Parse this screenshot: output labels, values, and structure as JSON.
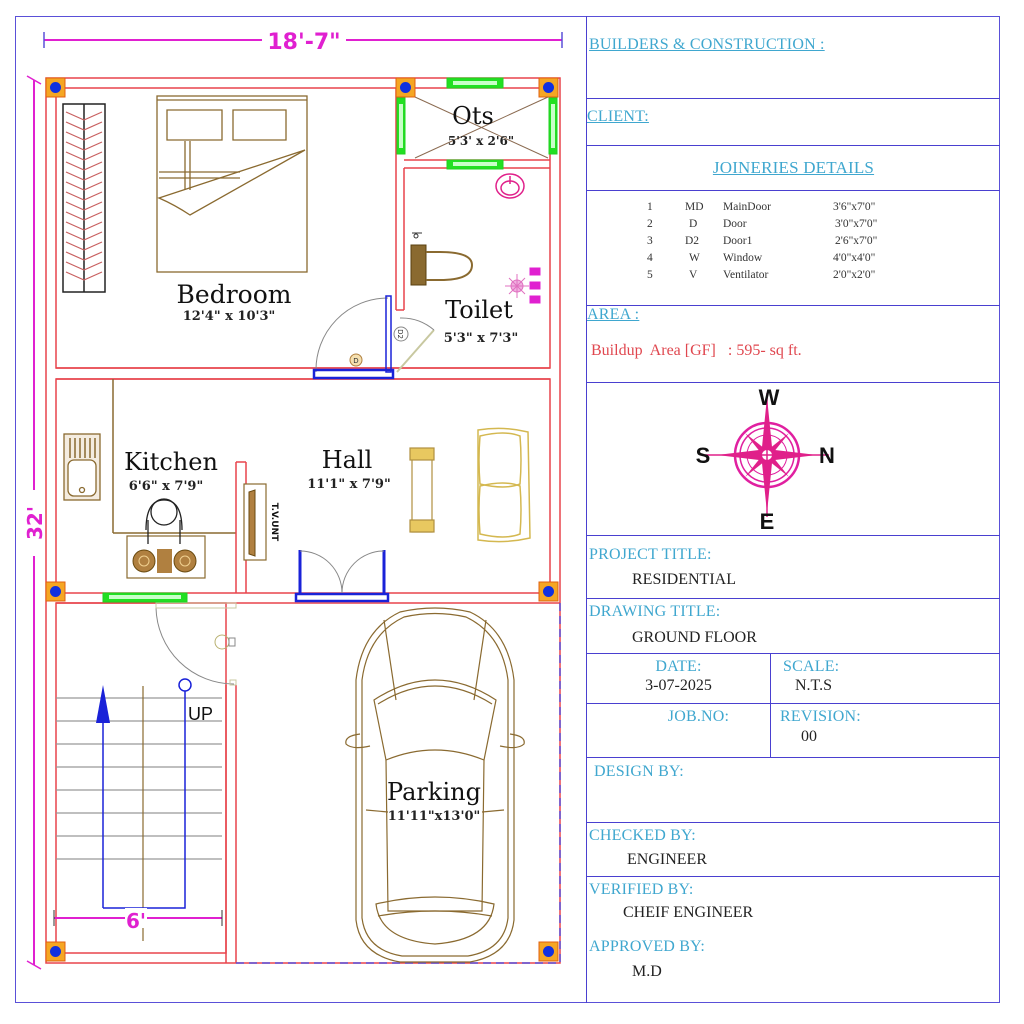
{
  "plan": {
    "dimensions": {
      "width": "18'-7\"",
      "height": "32'",
      "stair_width": "6'"
    },
    "rooms": [
      {
        "id": "bedroom",
        "name": "Bedroom",
        "size": "12'4\" x 10'3\""
      },
      {
        "id": "ots",
        "name": "Ots",
        "size": "5'3' x 2'6\""
      },
      {
        "id": "toilet",
        "name": "Toilet",
        "size": "5'3\" x 7'3\""
      },
      {
        "id": "kitchen",
        "name": "Kitchen",
        "size": "6'6\" x 7'9\""
      },
      {
        "id": "hall",
        "name": "Hall",
        "size": "11'1\" x 7'9\""
      },
      {
        "id": "parking",
        "name": "Parking",
        "size": "11'11\"x13'0\""
      }
    ],
    "labels": {
      "tv_unit": "T.V.UNT",
      "stairs_up": "UP",
      "door_tag_d": "D",
      "door_tag_d2": "D2"
    },
    "colors": {
      "wall": "#e8444c",
      "dimension": "#e020d0",
      "door": "#1a22d8",
      "window": "#22e022",
      "column_fill": "#f5a623",
      "column_dot": "#1030e0",
      "furniture": "#8a6a30"
    }
  },
  "titleblock": {
    "builders_label": "BUILDERS & CONSTRUCTION :",
    "builders_value": "",
    "client_label": "CLIENT:",
    "client_value": "",
    "joineries_title": "JOINERIES DETAILS",
    "joineries": [
      {
        "no": "1",
        "code": "MD",
        "name": "MainDoor",
        "size": "3'6\"x7'0\""
      },
      {
        "no": "2",
        "code": "D",
        "name": "Door",
        "size": "3'0\"x7'0\""
      },
      {
        "no": "3",
        "code": "D2",
        "name": "Door1",
        "size": "2'6\"x7'0\""
      },
      {
        "no": "4",
        "code": "W",
        "name": "Window",
        "size": "4'0\"x4'0\""
      },
      {
        "no": "5",
        "code": "V",
        "name": "Ventilator",
        "size": "2'0\"x2'0\""
      }
    ],
    "area_label": "AREA :",
    "area_value": "Buildup  Area [GF]   : 595- sq ft.",
    "compass": {
      "top": "W",
      "left": "S",
      "right": "N",
      "bottom": "E",
      "color": "#e0208a"
    },
    "project_title_label": "PROJECT TITLE:",
    "project_title_value": "RESIDENTIAL",
    "drawing_title_label": "DRAWING TITLE:",
    "drawing_title_value": "GROUND FLOOR",
    "date_label": "DATE:",
    "date_value": "3-07-2025",
    "scale_label": "SCALE:",
    "scale_value": "N.T.S",
    "job_no_label": "JOB.NO:",
    "job_no_value": "",
    "revision_label": "REVISION:",
    "revision_value": "00",
    "design_by_label": "DESIGN BY:",
    "design_by_value": "",
    "checked_by_label": "CHECKED BY:",
    "checked_by_value": "ENGINEER",
    "verified_by_label": "VERIFIED BY:",
    "verified_by_value": "CHEIF ENGINEER",
    "approved_by_label": "APPROVED BY:",
    "approved_by_value": "M.D"
  }
}
